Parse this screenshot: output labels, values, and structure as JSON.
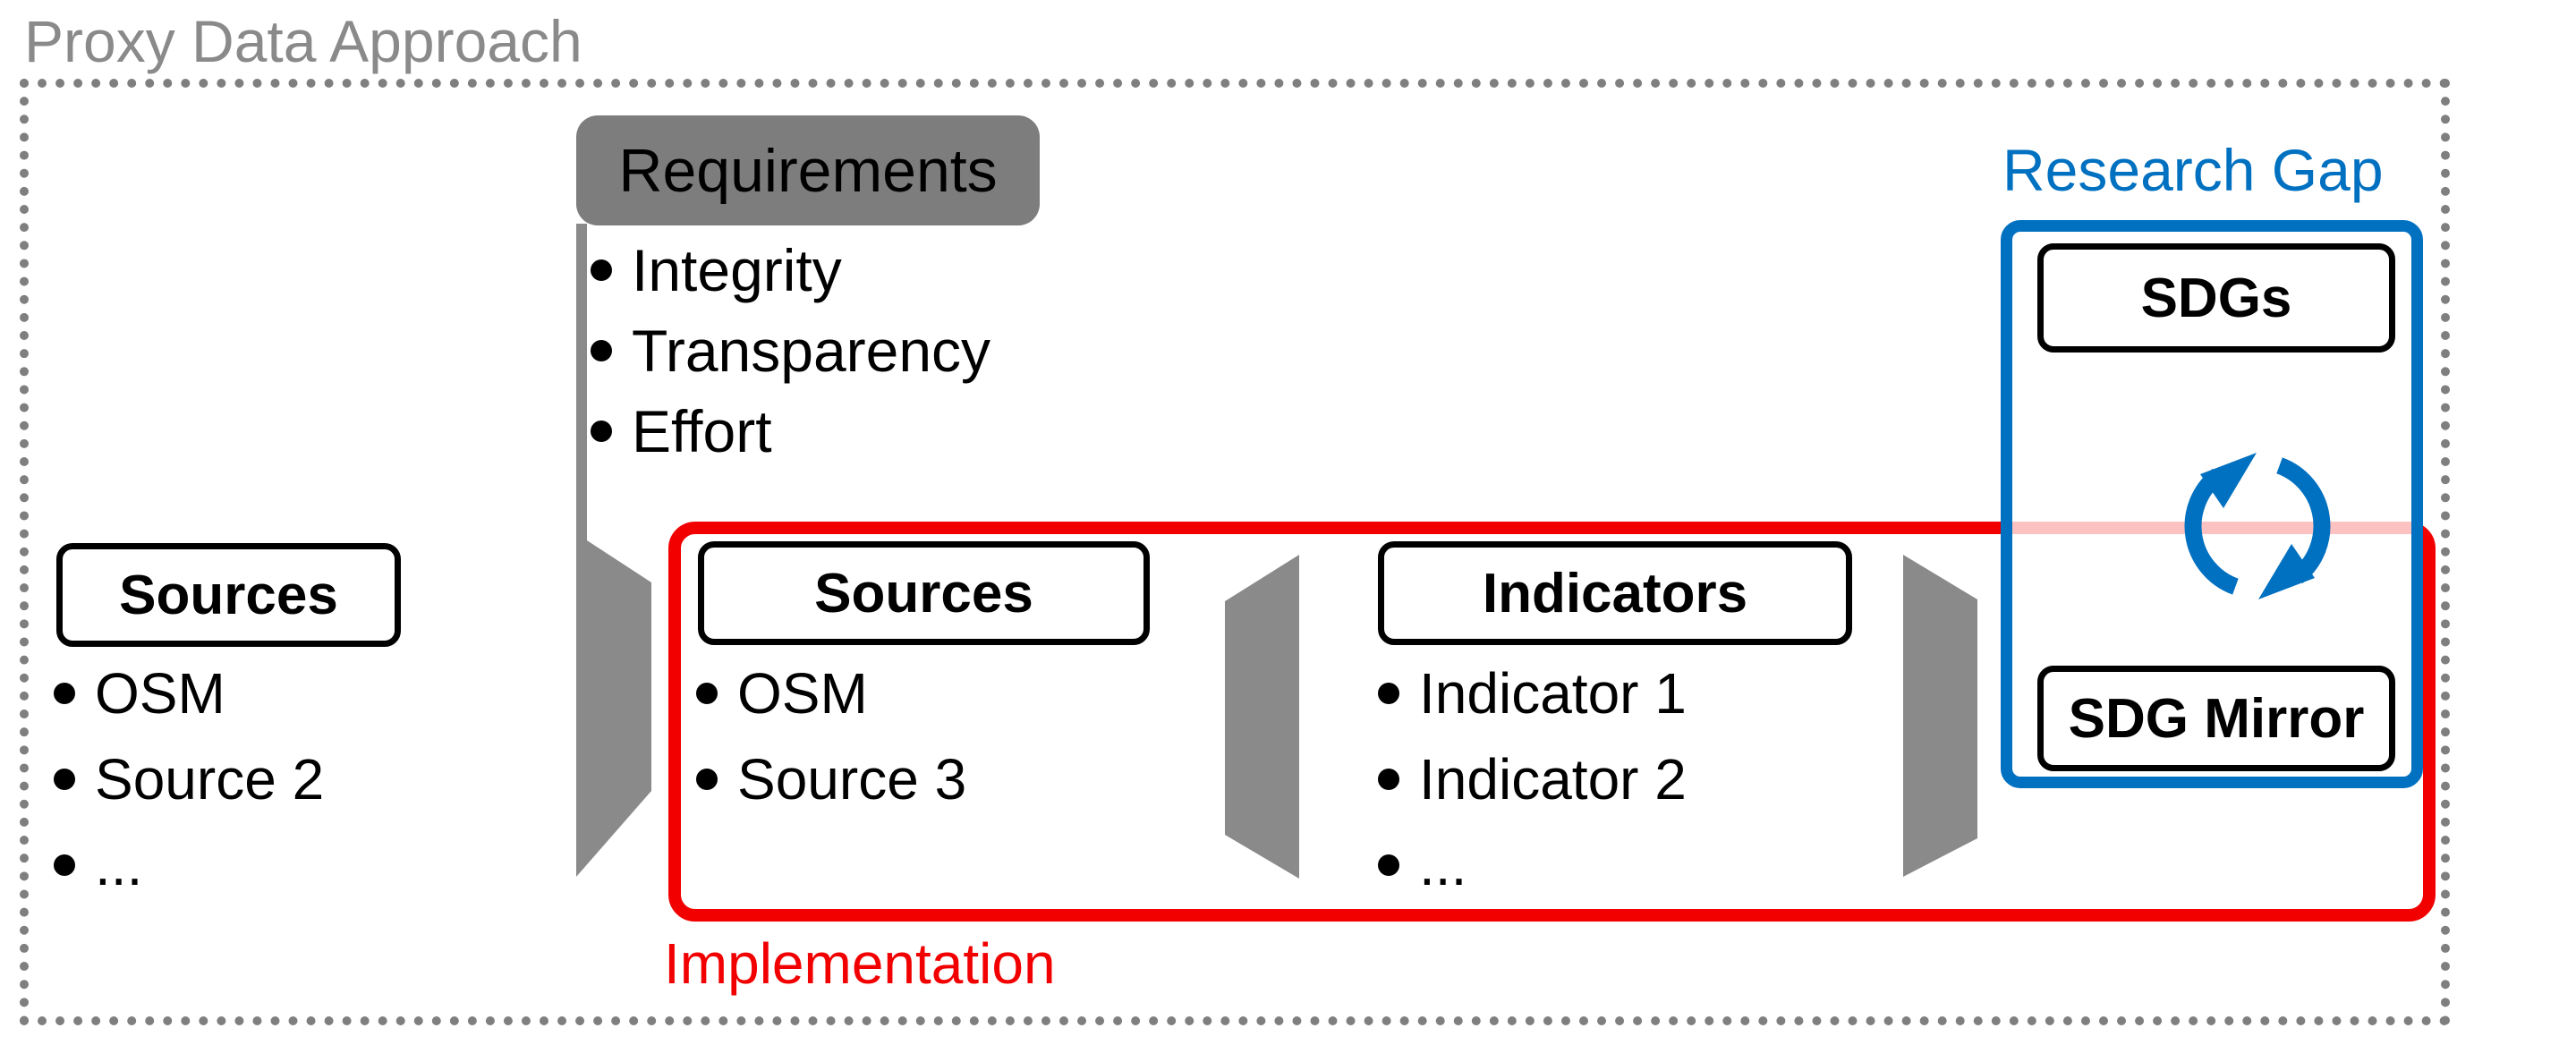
{
  "palette": {
    "red": "#f20000",
    "pink_crossing": "#f8c1c1",
    "blue": "#0070c0",
    "chevron_gray": "#8a8a8a",
    "callout_gray": "#7d7d7d",
    "title_gray": "#8a8a8a",
    "dotted_border_gray": "#7f7f7f"
  },
  "frame": {
    "title": "Proxy Data Approach"
  },
  "requirements": {
    "header": "Requirements",
    "items": [
      "Integrity",
      "Transparency",
      "Effort"
    ]
  },
  "sources_external": {
    "header": "Sources",
    "items": [
      "OSM",
      "Source 2",
      "..."
    ]
  },
  "implementation": {
    "caption": "Implementation",
    "sources": {
      "header": "Sources",
      "items": [
        "OSM",
        "Source 3"
      ]
    },
    "indicators": {
      "header": "Indicators",
      "items": [
        "Indicator 1",
        "Indicator 2",
        "..."
      ]
    }
  },
  "research_gap": {
    "caption": "Research Gap",
    "sdgs_label": "SDGs",
    "mirror_label": "SDG Mirror",
    "icon": "cycle-arrows-icon"
  }
}
